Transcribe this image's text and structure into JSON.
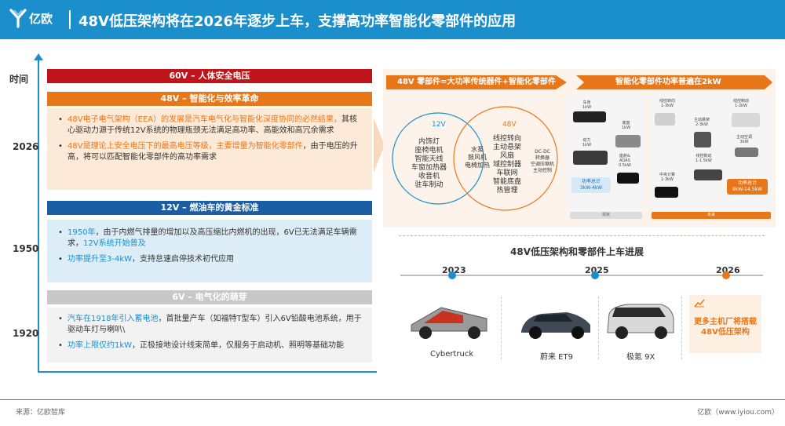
{
  "header": {
    "logo_text": "亿欧",
    "title": "48V低压架构将在2026年逐步上车，支撑高功率智能化零部件的应用"
  },
  "timeline": {
    "axis_title": "时间",
    "years": [
      "2026",
      "1950",
      "1920"
    ]
  },
  "eras": {
    "e60v": {
      "title": "60V – 人体安全电压"
    },
    "e48v": {
      "title": "48V – 智能化与效率革命",
      "b1_hl": "48V电子电气架构（EEA）的发展是汽车电气化与智能化深度协同的必然结果，",
      "b1_rest": "其核心驱动力源于传统12V系统的物理瓶颈无法满足高功率、高能效和高冗余需求",
      "b2_hl": "48V是理论上安全电压下的最高电压等级，主要增量为智能化零部件",
      "b2_rest": "，由于电压的升高，将可以匹配智能化零部件的高功率需求"
    },
    "e12v": {
      "title": "12V – 燃油车的黄金标准",
      "b1_hl": "1950年",
      "b1_mid": "，由于内燃气排量的增加以及高压缩比内燃机的出现，6V已无法满足车辆需求，",
      "b1_hl2": "12V系统开始普及",
      "b2_hl": "功率提升至3-4kW",
      "b2_rest": "，支持怠速启停技术初代应用"
    },
    "e6v": {
      "title": "6V – 电气化的萌芽",
      "b1_hl": "汽车在1918年引入蓄电池",
      "b1_rest": "，首批量产车（如福特T型车）引入6V铅酸电池系统，用于驱动车灯与喇叭\\",
      "b2_hl": "功率上限仅约1kW",
      "b2_rest": "，正极接地设计线束简单，仅服务于启动机、照明等基础功能"
    }
  },
  "right_panel": {
    "left_title": "48V 零部件=大功率传统器件+智能化零部件",
    "right_title": "智能化零部件功率普遍在2kW",
    "venn": {
      "label_12v": "12V",
      "label_48v": "48V",
      "items_12v": [
        "内饰灯",
        "座椅电机",
        "智能天线",
        "车窗加热器",
        "收音机",
        "驻车制动"
      ],
      "items_overlap": [
        "水泵",
        "鼓风机",
        "电椅加热"
      ],
      "items_48v": [
        "线控转向",
        "主动悬架",
        "风扇",
        "域控制器",
        "车联网",
        "智能底盘",
        "热管理"
      ],
      "items_dcdc": [
        "DC-DC",
        "转换器",
        "空调压缩机",
        "主动控制"
      ]
    },
    "parts": {
      "car_body": [
        "车身",
        "1kW"
      ],
      "chassis": [
        "底盘",
        "1kW"
      ],
      "power": [
        "动力",
        "1kW"
      ],
      "adas": [
        "座舱&",
        "ADAS",
        "0.5kW"
      ],
      "total_left": [
        "功率总计",
        "3kW-4kW"
      ],
      "steer": [
        "线控转向",
        "1-3kW"
      ],
      "suspension": [
        "主动悬架",
        "2-3kW"
      ],
      "brake": [
        "线控制动",
        "1-2kW"
      ],
      "ac": [
        "主动空调",
        "3kW"
      ],
      "central": [
        "中央计算",
        "1-3kW"
      ],
      "eps": [
        "线控制动",
        "1-1.5kW"
      ],
      "total_right": [
        "功率总计",
        "9kW-14.5kW"
      ],
      "tag_left": "现状",
      "tag_right": "未来"
    }
  },
  "progress": {
    "title": "48V低压架构和零部件上车进展",
    "years": [
      "2023",
      "2025",
      "2026"
    ],
    "cars": [
      "Cybertruck",
      "蔚来 ET9",
      "极氪 9X"
    ],
    "more": "更多主机厂将搭载48V低压架构"
  },
  "footer": {
    "source": "来源：亿欧智库",
    "site": "亿欧（www.iyiou.com）"
  },
  "colors": {
    "brand_blue": "#1b8fcb",
    "red": "#c0141b",
    "orange": "#e8771a",
    "dark_blue": "#1a5fa3",
    "grey": "#bdbdbd"
  }
}
